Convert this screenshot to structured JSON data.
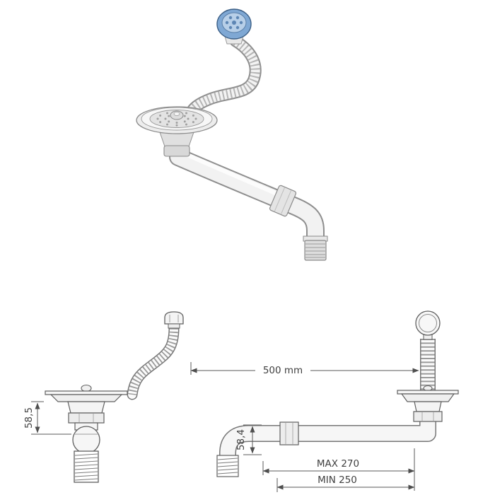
{
  "dimensions": {
    "hose_length": "500 mm",
    "front_height": "58,5",
    "side_height": "58,4",
    "max_extension": "MAX 270",
    "min_extension": "MIN 250"
  },
  "colors": {
    "cap_blue": "#7fa8d4",
    "cap_blue_inner": "#b7cfe8",
    "cap_blue_detail": "#5d86b4",
    "line_dark": "#5a5a5a",
    "line_mid": "#8a8a8a",
    "fill_light": "#f2f2f2"
  }
}
